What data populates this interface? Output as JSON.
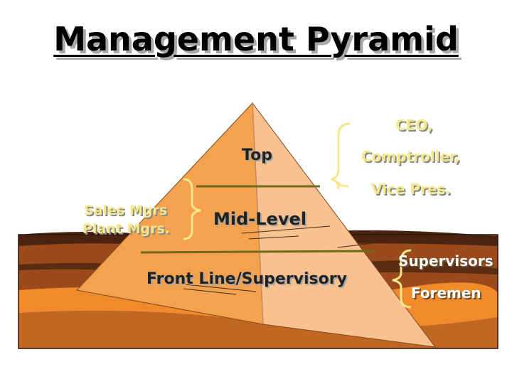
{
  "title": "Management Pyramid",
  "levels": {
    "top": "Top",
    "mid": "Mid-Level",
    "front": "Front Line/Supervisory"
  },
  "top_examples": [
    "CEO,",
    "Comptroller,",
    "Vice Pres."
  ],
  "mid_examples": [
    "Sales Mgrs",
    "Plant Mgrs."
  ],
  "front_examples": [
    "Supervisors",
    "Foremen"
  ],
  "colors": {
    "pyramid_left": "#f5a24f",
    "pyramid_right": "#f9c190",
    "ground_brown": "#9a4a1c",
    "ground_orange": "#f08a2a",
    "ground_dark": "#4a2410",
    "brace_yellow": "#f5e88a",
    "divider": "#6f6a1e"
  }
}
